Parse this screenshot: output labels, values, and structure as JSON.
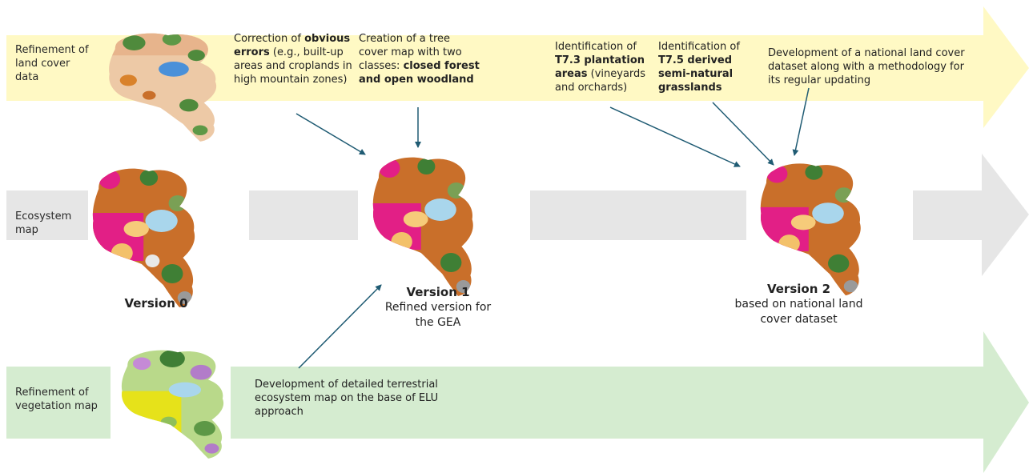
{
  "colors": {
    "top_band": "#fff9c4",
    "middle_band": "#e6e6e6",
    "bottom_band": "#d5ecd0",
    "connector": "#1f5b73"
  },
  "rows": {
    "land_cover": "Refinement of land cover data",
    "ecosystem": "Ecosystem map",
    "vegetation": "Refinement of vegetation map"
  },
  "annotations": {
    "a1": {
      "pre": "Correction of ",
      "bold": "obvious errors",
      "post": " (e.g., built-up areas and croplands in high mountain zones)"
    },
    "a2": {
      "pre": "Creation of a tree cover map with two classes: ",
      "bold": "closed forest and open woodland",
      "post": ""
    },
    "a3": {
      "pre": "Identification of ",
      "bold": "T7.3 plantation areas",
      "post": " (vineyards and orchards)"
    },
    "a4": {
      "pre": "Identification of ",
      "bold": "T7.5 derived semi-natural grasslands",
      "post": ""
    },
    "a5": {
      "pre": "",
      "bold": "",
      "post": "Development of a national land cover dataset along with a methodology for its regular updating"
    },
    "a6": {
      "pre": "",
      "bold": "",
      "post": "Development of detailed terrestrial ecosystem map on the base of ELU approach"
    }
  },
  "versions": {
    "v0": {
      "title": "Version 0",
      "sub": ""
    },
    "v1": {
      "title": "Version 1",
      "sub": "Refined version for the GEA"
    },
    "v2": {
      "title": "Version 2",
      "sub": "based on national land cover dataset"
    }
  },
  "map_icons": {
    "land_cover": "land-cover-map-icon",
    "ecosystem": "ecosystem-map-icon",
    "vegetation": "vegetation-map-icon"
  }
}
